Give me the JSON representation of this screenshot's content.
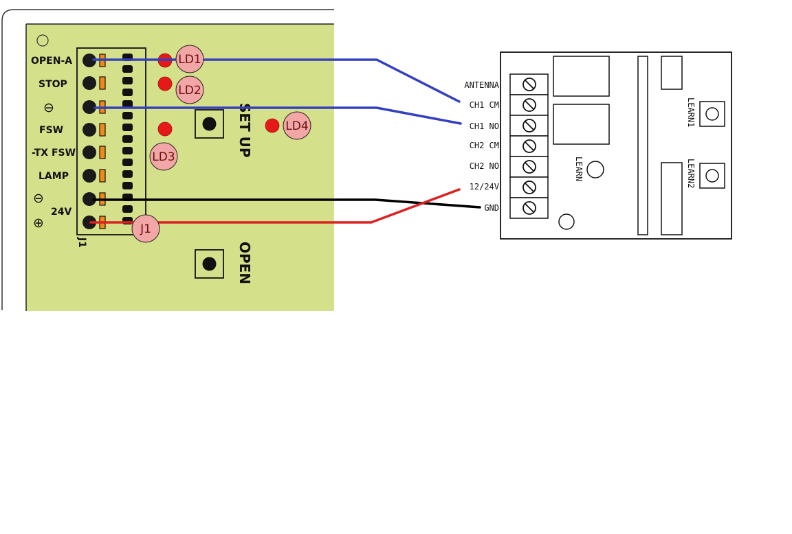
{
  "controller": {
    "terminal_labels": [
      {
        "text": "OPEN-A"
      },
      {
        "text": "STOP"
      },
      {
        "text": "⊖"
      },
      {
        "text": "FSW"
      },
      {
        "text": "-TX FSW"
      },
      {
        "text": "LAMP"
      },
      {
        "text": "⊖"
      },
      {
        "text": "24V"
      },
      {
        "text": "⊕"
      }
    ],
    "connector_label": "J1",
    "setup_label": "SET UP",
    "open_label": "OPEN",
    "badges": {
      "ld1": "LD1",
      "ld2": "LD2",
      "ld3": "LD3",
      "ld4": "LD4",
      "j1": "J1"
    }
  },
  "receiver": {
    "terminal_labels": [
      "ANTENNA",
      "CH1 CM",
      "CH1 NO",
      "CH2 CM",
      "CH2 NO",
      "12/24V",
      "GND"
    ],
    "learn_label": "LEARN",
    "learn1_label": "LEARN1",
    "learn2_label": "LEARN2"
  },
  "colors": {
    "board": "#d5e08a",
    "wire_blue": "#3340c0",
    "wire_black": "#000000",
    "wire_red": "#dd2020",
    "led_red": "#e61919",
    "badge_fill": "#f2a6a6",
    "orange_pin": "#f28a1a"
  },
  "wires": [
    {
      "from": "OPEN-A",
      "to": "CH1 CM",
      "color": "blue"
    },
    {
      "from": "⊖",
      "to": "CH1 NO",
      "color": "blue"
    },
    {
      "from": "⊖",
      "to": "GND",
      "color": "black"
    },
    {
      "from": "⊕ 24V",
      "to": "12/24V",
      "color": "red"
    }
  ]
}
